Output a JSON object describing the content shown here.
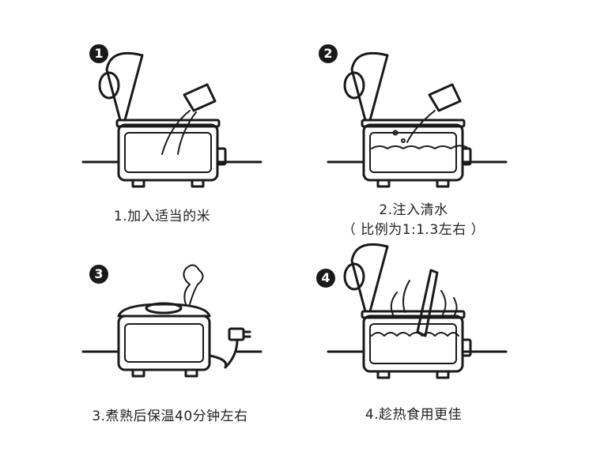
{
  "steps": [
    {
      "number": "1",
      "caption": "1.加入适当的米"
    },
    {
      "number": "2",
      "caption": "2.注入清水",
      "note": "（ 比例为1:1.3左右 ）"
    },
    {
      "number": "3",
      "caption": "3.煮熟后保温40分钟左右"
    },
    {
      "number": "4",
      "caption": "4.趁热食用更佳"
    }
  ],
  "colors": {
    "line": "#1a1a1a",
    "background": "#ffffff"
  }
}
